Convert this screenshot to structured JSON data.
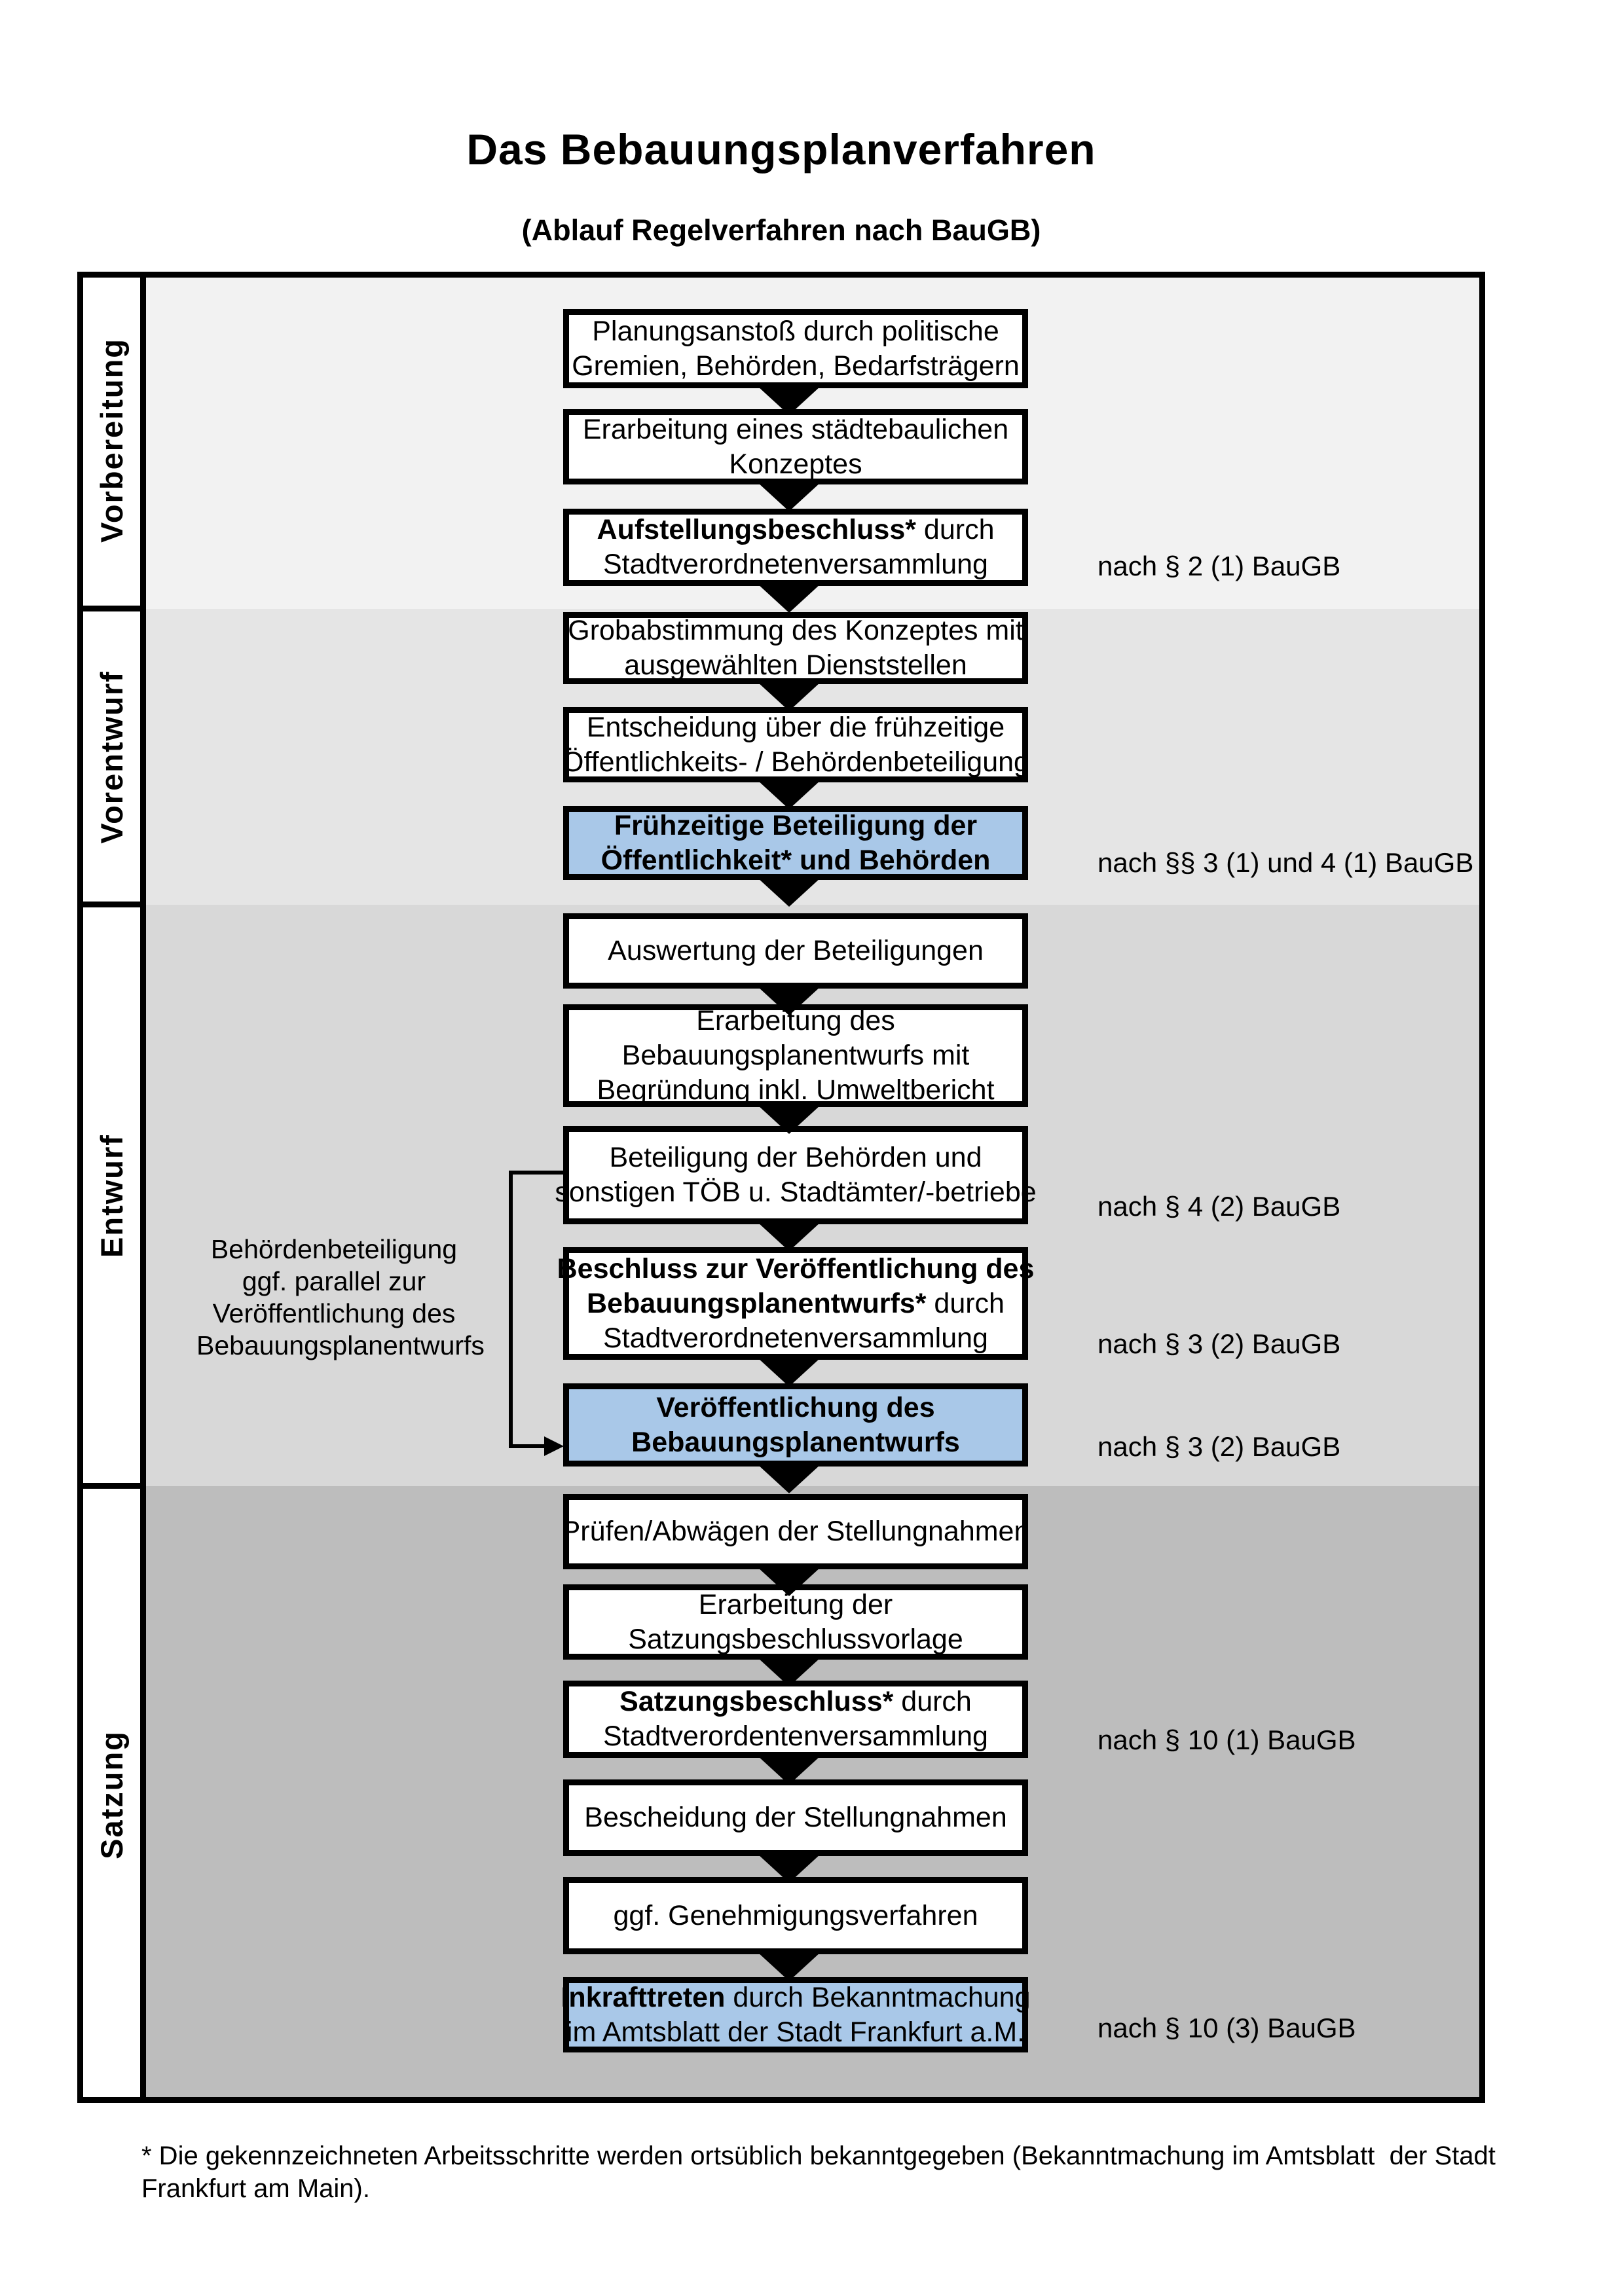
{
  "title": "Das Bebauungsplanverfahren",
  "subtitle": "(Ablauf Regelverfahren nach BauGB)",
  "phases": [
    {
      "label": "Vorbereitung"
    },
    {
      "label": "Vorentwurf"
    },
    {
      "label": "Entwurf"
    },
    {
      "label": "Satzung"
    }
  ],
  "steps": [
    {
      "phase": 0,
      "highlight": false,
      "note": "",
      "lines": [
        [
          {
            "t": "Planungsanstoß durch politische",
            "b": false
          }
        ],
        [
          {
            "t": "Gremien, Behörden, Bedarfsträgern",
            "b": false
          }
        ]
      ]
    },
    {
      "phase": 0,
      "highlight": false,
      "note": "",
      "lines": [
        [
          {
            "t": "Erarbeitung eines städtebaulichen",
            "b": false
          }
        ],
        [
          {
            "t": "Konzeptes",
            "b": false
          }
        ]
      ]
    },
    {
      "phase": 0,
      "highlight": false,
      "note": "nach § 2 (1) BauGB",
      "lines": [
        [
          {
            "t": "Aufstellungsbeschluss*",
            "b": true
          },
          {
            "t": " durch",
            "b": false
          }
        ],
        [
          {
            "t": "Stadtverordnetenversammlung",
            "b": false
          }
        ]
      ]
    },
    {
      "phase": 1,
      "highlight": false,
      "note": "",
      "lines": [
        [
          {
            "t": "Grobabstimmung des Konzeptes mit",
            "b": false
          }
        ],
        [
          {
            "t": "ausgewählten Dienststellen",
            "b": false
          }
        ]
      ]
    },
    {
      "phase": 1,
      "highlight": false,
      "note": "",
      "lines": [
        [
          {
            "t": "Entscheidung über die frühzeitige",
            "b": false
          }
        ],
        [
          {
            "t": "Öffentlichkeits- / Behördenbeteiligung",
            "b": false
          }
        ]
      ]
    },
    {
      "phase": 1,
      "highlight": true,
      "note": "nach §§ 3 (1) und 4 (1) BauGB",
      "lines": [
        [
          {
            "t": "Frühzeitige Beteiligung der",
            "b": true
          }
        ],
        [
          {
            "t": "Öffentlichkeit* und Behörden",
            "b": true
          }
        ]
      ]
    },
    {
      "phase": 2,
      "highlight": false,
      "note": "",
      "lines": [
        [
          {
            "t": "Auswertung der Beteiligungen",
            "b": false
          }
        ]
      ]
    },
    {
      "phase": 2,
      "highlight": false,
      "note": "",
      "lines": [
        [
          {
            "t": "Erarbeitung des",
            "b": false
          }
        ],
        [
          {
            "t": "Bebauungsplanentwurfs mit",
            "b": false
          }
        ],
        [
          {
            "t": "Begründung inkl. Umweltbericht",
            "b": false
          }
        ]
      ]
    },
    {
      "phase": 2,
      "highlight": false,
      "note": "nach § 4 (2) BauGB",
      "lines": [
        [
          {
            "t": "Beteiligung der Behörden und",
            "b": false
          }
        ],
        [
          {
            "t": "sonstigen TÖB u. Stadtämter/-betriebe",
            "b": false
          }
        ]
      ]
    },
    {
      "phase": 2,
      "highlight": false,
      "note": "nach § 3 (2) BauGB",
      "lines": [
        [
          {
            "t": "Beschluss zur Veröffentlichung des",
            "b": true
          }
        ],
        [
          {
            "t": "Bebauungsplanentwurfs*",
            "b": true
          },
          {
            "t": " durch",
            "b": false
          }
        ],
        [
          {
            "t": "Stadtverordnetenversammlung",
            "b": false
          }
        ]
      ]
    },
    {
      "phase": 2,
      "highlight": true,
      "note": "nach § 3 (2) BauGB",
      "lines": [
        [
          {
            "t": "Veröffentlichung des",
            "b": true
          }
        ],
        [
          {
            "t": "Bebauungsplanentwurfs",
            "b": true
          }
        ]
      ]
    },
    {
      "phase": 3,
      "highlight": false,
      "note": "",
      "lines": [
        [
          {
            "t": "Prüfen/Abwägen der Stellungnahmen",
            "b": false
          }
        ]
      ]
    },
    {
      "phase": 3,
      "highlight": false,
      "note": "",
      "lines": [
        [
          {
            "t": "Erarbeitung der",
            "b": false
          }
        ],
        [
          {
            "t": "Satzungsbeschlussvorlage",
            "b": false
          }
        ]
      ]
    },
    {
      "phase": 3,
      "highlight": false,
      "note": "nach § 10 (1) BauGB",
      "lines": [
        [
          {
            "t": "Satzungsbeschluss*",
            "b": true
          },
          {
            "t": " durch",
            "b": false
          }
        ],
        [
          {
            "t": "Stadtverordentenversammlung",
            "b": false
          }
        ]
      ]
    },
    {
      "phase": 3,
      "highlight": false,
      "note": "",
      "lines": [
        [
          {
            "t": "Bescheidung der Stellungnahmen",
            "b": false
          }
        ]
      ]
    },
    {
      "phase": 3,
      "highlight": false,
      "note": "",
      "lines": [
        [
          {
            "t": "ggf. Genehmigungsverfahren",
            "b": false
          }
        ]
      ]
    },
    {
      "phase": 3,
      "highlight": true,
      "note": "nach § 10 (3) BauGB",
      "lines": [
        [
          {
            "t": "Inkrafttreten",
            "b": true
          },
          {
            "t": " durch Bekanntmachung",
            "b": false
          }
        ],
        [
          {
            "t": "im Amtsblatt der Stadt Frankfurt a.M.",
            "b": false
          }
        ]
      ]
    }
  ],
  "side_note": {
    "line1": "Behördenbeteiligung",
    "line2": "ggf. parallel zur",
    "line3": "Veröffentlichung des",
    "line4": "Bebauungsplanentwurfs"
  },
  "footnote": {
    "line1": "* Die gekennzeichneten Arbeitsschritte werden ortsüblich bekanntgegeben (Bekanntmachung im Amtsblatt  der Stadt",
    "line2": "Frankfurt am Main)."
  },
  "colors": {
    "highlight_box": "#a9c8e8",
    "bands": [
      "#f2f2f2",
      "#e5e5e5",
      "#d8d8d8",
      "#bdbdbd"
    ]
  }
}
